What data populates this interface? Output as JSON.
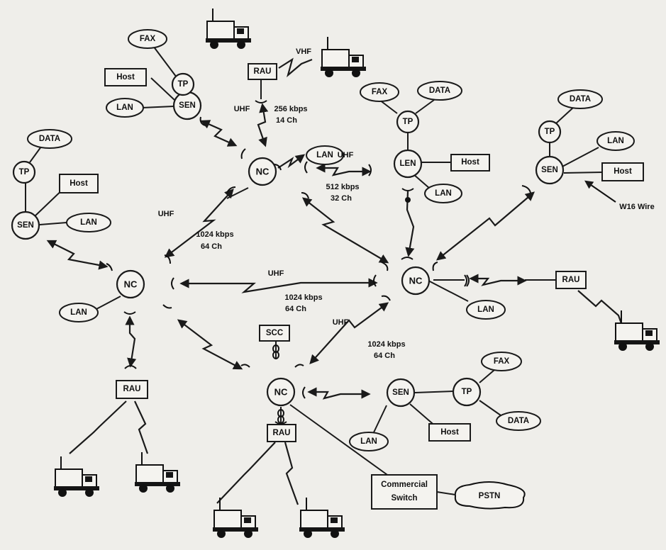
{
  "nodes": {
    "nc_top": "NC",
    "nc_left": "NC",
    "nc_right": "NC",
    "nc_bottom": "NC",
    "sen_top_left": "SEN",
    "sen_left": "SEN",
    "sen_right": "SEN",
    "sen_bottom": "SEN",
    "len": "LEN",
    "tp_top_left": "TP",
    "tp_left": "TP",
    "tp_len": "TP",
    "tp_right": "TP",
    "tp_bottom": "TP",
    "fax_top_left": "FAX",
    "fax_len": "FAX",
    "fax_bottom": "FAX",
    "data_left": "DATA",
    "data_len": "DATA",
    "data_right": "DATA",
    "data_bottom": "DATA",
    "host_top_left": "Host",
    "host_left": "Host",
    "host_len": "Host",
    "host_right": "Host",
    "host_bottom": "Host",
    "lan_top_left": "LAN",
    "lan_left_sen": "LAN",
    "lan_nc_top": "LAN",
    "lan_len": "LAN",
    "lan_right_sen": "LAN",
    "lan_nc_left": "LAN",
    "lan_nc_right": "LAN",
    "lan_bottom_sen": "LAN",
    "rau_top": "RAU",
    "rau_left": "RAU",
    "rau_right": "RAU",
    "rau_bottom": "RAU",
    "scc": "SCC",
    "commercial_switch_line1": "Commercial",
    "commercial_switch_line2": "Switch",
    "pstn": "PSTN"
  },
  "links": {
    "vhf": "VHF",
    "uhf_rau_top": "UHF",
    "rate_rau_top": "256 kbps",
    "ch_rau_top": "14 Ch",
    "uhf_len": "UHF",
    "rate_len": "512 kbps",
    "ch_len": "32 Ch",
    "uhf_top_left": "UHF",
    "rate_top_left": "1024 kbps",
    "ch_top_left": "64 Ch",
    "uhf_middle": "UHF",
    "rate_middle": "1024 kbps",
    "ch_middle": "64 Ch",
    "uhf_bottom_right": "UHF",
    "rate_bottom_right": "1024 kbps",
    "ch_bottom_right": "64 Ch",
    "w16_wire": "W16 Wire"
  }
}
